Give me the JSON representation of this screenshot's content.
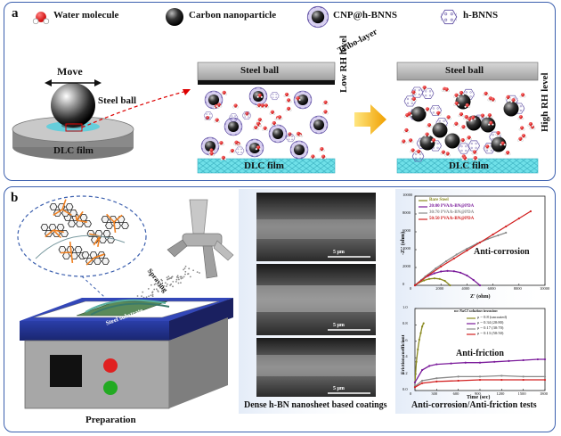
{
  "panel_a": {
    "label": "a",
    "legend": {
      "water": "Water molecule",
      "carbon": "Carbon nanoparticle",
      "cnp": "CNP@h-BNNS",
      "hbnns": "h-BNNS"
    },
    "move": "Move",
    "steel_ball": "Steel ball",
    "dlc_film": "DLC film",
    "tribo_layer": "Tribo-layer",
    "low_rh": "Low RH level",
    "high_rh": "High RH level"
  },
  "panel_b": {
    "label": "b",
    "spraying": "Spraying",
    "steel_substrate": "Steel substrate",
    "preparation": "Preparation",
    "scale_bar": "5 μm",
    "coatings_caption": "Dense h-BN nanosheet based coatings",
    "tests_caption": "Anti-corrosion/Anti-friction tests",
    "colors": {
      "accent": "#3b5fae",
      "red": "#e02020",
      "green": "#22aa22"
    }
  },
  "chart_data": [
    {
      "type": "line",
      "title": "",
      "annotation": "Anti-corrosion",
      "xlabel": "Z' (ohm)",
      "ylabel": "-Z'' (ohm)",
      "xlim": [
        0,
        10000
      ],
      "ylim": [
        0,
        10000
      ],
      "x_ticks": [
        "0",
        "2000",
        "4000",
        "6000",
        "8000",
        "10000"
      ],
      "y_ticks": [
        "0",
        "2000",
        "4000",
        "6000",
        "8000",
        "10000"
      ],
      "legend_position": "top-left",
      "series": [
        {
          "name": "Bare Steel",
          "color": "#8a8a20",
          "x": [
            0,
            300,
            700,
            1100,
            1500,
            1900,
            2300,
            2700
          ],
          "y": [
            0,
            300,
            550,
            720,
            780,
            720,
            500,
            0
          ]
        },
        {
          "name": "20:80 PVA/h-BN@PDA",
          "color": "#7a1a9a",
          "x": [
            0,
            500,
            1000,
            1500,
            2000,
            2500,
            3000,
            3500,
            4000,
            4500,
            5000
          ],
          "y": [
            0,
            600,
            1050,
            1350,
            1550,
            1620,
            1580,
            1420,
            1100,
            600,
            0
          ]
        },
        {
          "name": "30:70 PVA/h-BN@PDA",
          "color": "#8a8a8a",
          "x": [
            0,
            800,
            1600,
            2400,
            3200,
            4000,
            4800,
            5600,
            6400,
            7000
          ],
          "y": [
            0,
            1000,
            1900,
            2700,
            3450,
            4100,
            4700,
            5200,
            5600,
            5900
          ]
        },
        {
          "name": "50:50 PVA/h-BN@PDA",
          "color": "#d22020",
          "x": [
            0,
            1000,
            2000,
            3000,
            4000,
            5000,
            6000,
            7000,
            8000,
            8900
          ],
          "y": [
            0,
            1100,
            2100,
            3000,
            3900,
            4800,
            5700,
            6600,
            7500,
            8300
          ]
        }
      ]
    },
    {
      "type": "line",
      "title": "",
      "annotation": "Anti-friction",
      "note": "no NaCl solution invasion",
      "xlabel": "Time (sec)",
      "ylabel": "Friction coefficient",
      "xlim": [
        0,
        1800
      ],
      "ylim": [
        0,
        1.0
      ],
      "x_ticks": [
        "0",
        "300",
        "600",
        "900",
        "1200",
        "1500",
        "1800"
      ],
      "y_ticks": [
        "0.0",
        "0.2",
        "0.4",
        "0.6",
        "0.8",
        "1.0"
      ],
      "legend_position": "top-right",
      "series": [
        {
          "name": "μ ~ 0.8 (uncoated)",
          "color": "#8a8a20",
          "x": [
            0,
            20,
            40,
            60,
            80,
            100,
            120
          ],
          "y": [
            0.1,
            0.35,
            0.5,
            0.62,
            0.7,
            0.78,
            0.82
          ]
        },
        {
          "name": "μ ~ 0.34 (20:80)",
          "color": "#7a1a9a",
          "x": [
            0,
            100,
            200,
            300,
            500,
            700,
            900,
            1100,
            1300,
            1500,
            1700,
            1800
          ],
          "y": [
            0.1,
            0.25,
            0.3,
            0.32,
            0.33,
            0.34,
            0.34,
            0.35,
            0.36,
            0.37,
            0.38,
            0.38
          ]
        },
        {
          "name": "μ ~ 0.17 (30:70)",
          "color": "#8a8a8a",
          "x": [
            0,
            100,
            300,
            600,
            900,
            1200,
            1500,
            1800
          ],
          "y": [
            0.05,
            0.12,
            0.15,
            0.17,
            0.17,
            0.18,
            0.17,
            0.17
          ]
        },
        {
          "name": "μ ~ 0.13 (50:50)",
          "color": "#d22020",
          "x": [
            0,
            100,
            300,
            600,
            900,
            1200,
            1500,
            1800
          ],
          "y": [
            0.04,
            0.09,
            0.11,
            0.12,
            0.13,
            0.13,
            0.13,
            0.13
          ]
        }
      ]
    }
  ]
}
